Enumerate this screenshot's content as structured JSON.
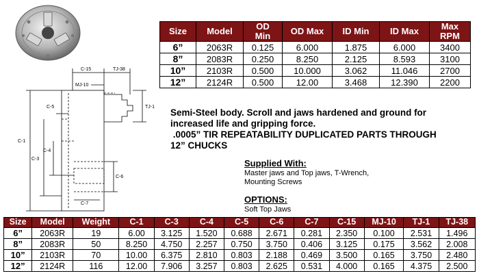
{
  "top_table": {
    "headers": [
      "Size",
      "Model",
      "OD\nMin",
      "OD Max",
      "ID Min",
      "ID Max",
      "Max\nRPM"
    ],
    "rows": [
      [
        "6”",
        "2063R",
        "0.125",
        "6.000",
        "1.875",
        "6.000",
        "3400"
      ],
      [
        "8”",
        "2083R",
        "0.250",
        "8.250",
        "2.125",
        "8.593",
        "3100"
      ],
      [
        "10”",
        "2103R",
        "0.500",
        "10.000",
        "3.062",
        "11.046",
        "2700"
      ],
      [
        "12”",
        "2124R",
        "0.500",
        "12.00",
        "3.468",
        "12.390",
        "2200"
      ]
    ]
  },
  "description": {
    "line1": "Semi-Steel body.  Scroll and jaws hardened and ground for",
    "line2": "increased life and gripping force.",
    "line3": " .0005” TIR REPEATABILITY DUPLICATED PARTS THROUGH",
    "line4": "12” CHUCKS"
  },
  "supplied": {
    "heading": "Supplied With:",
    "line1": "Master jaws and Top jaws, T-Wrench,",
    "line2": "Mounting Screws"
  },
  "options": {
    "heading": "OPTIONS:",
    "line1": "Soft Top Jaws"
  },
  "diagram_labels": {
    "c15": "C-15",
    "tj38": "TJ-38",
    "mj10": "MJ-10",
    "c5": "C-5",
    "tj1": "TJ-1",
    "c1": "C-1",
    "c4": "C-4",
    "c3": "C-3",
    "c6": "C-6",
    "c7": "C-7"
  },
  "bottom_table": {
    "headers": [
      "Size",
      "Model",
      "Weight",
      "C-1",
      "C-3",
      "C-4",
      "C-5",
      "C-6",
      "C-7",
      "C-15",
      "MJ-10",
      "TJ-1",
      "TJ-38"
    ],
    "rows": [
      [
        "6”",
        "2063R",
        "19",
        "6.00",
        "3.125",
        "1.520",
        "0.688",
        "2.671",
        "0.281",
        "2.350",
        "0.100",
        "2.531",
        "1.496"
      ],
      [
        "8”",
        "2083R",
        "50",
        "8.250",
        "4.750",
        "2.257",
        "0.750",
        "3.750",
        "0.406",
        "3.125",
        "0.175",
        "3.562",
        "2.008"
      ],
      [
        "10”",
        "2103R",
        "70",
        "10.00",
        "6.375",
        "2.810",
        "0.803",
        "2.188",
        "0.469",
        "3.500",
        "0.165",
        "3.750",
        "2.480"
      ],
      [
        "12”",
        "2124R",
        "116",
        "12.00",
        "7.906",
        "3.257",
        "0.803",
        "2.625",
        "0.531",
        "4.000",
        "0.165",
        "4.375",
        "2.500"
      ]
    ]
  },
  "colors": {
    "header_bg": "#7d1416",
    "header_text": "#ffffff"
  }
}
